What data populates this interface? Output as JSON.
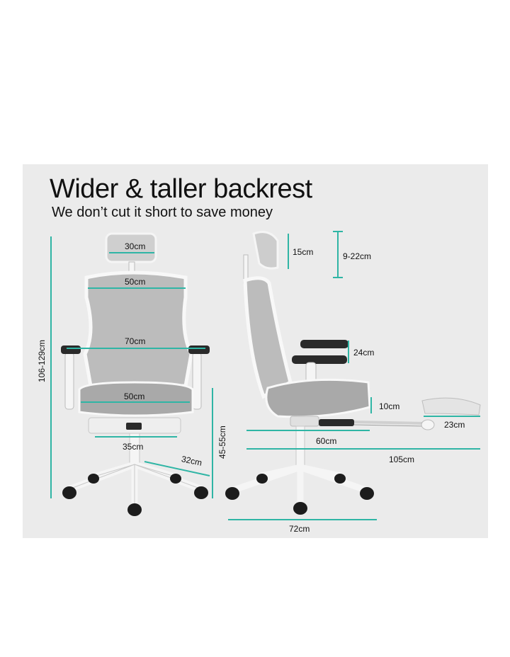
{
  "header": {
    "title": "Wider & taller backrest",
    "subtitle": "We don’t cut it short to save money"
  },
  "dimensions": {
    "headrest_width": "30cm",
    "backrest_top_width": "50cm",
    "backrest_mid_width": "70cm",
    "seat_width": "50cm",
    "footrest_width": "35cm",
    "base_leg": "32cm",
    "total_height": "106-129cm",
    "seat_height": "45-55cm",
    "headrest_height": "15cm",
    "headrest_adjust": "9-22cm",
    "armrest_adjust": "24cm",
    "seat_thickness": "10cm",
    "footrest_length": "23cm",
    "seat_depth": "60cm",
    "reclined_length": "105cm",
    "base_width": "72cm"
  },
  "colors": {
    "accent": "#2fb5a5",
    "panel": "#ebebeb",
    "mesh": "#b9b9b9",
    "frame": "#f7f7f7",
    "arm": "#2a2a2a"
  }
}
